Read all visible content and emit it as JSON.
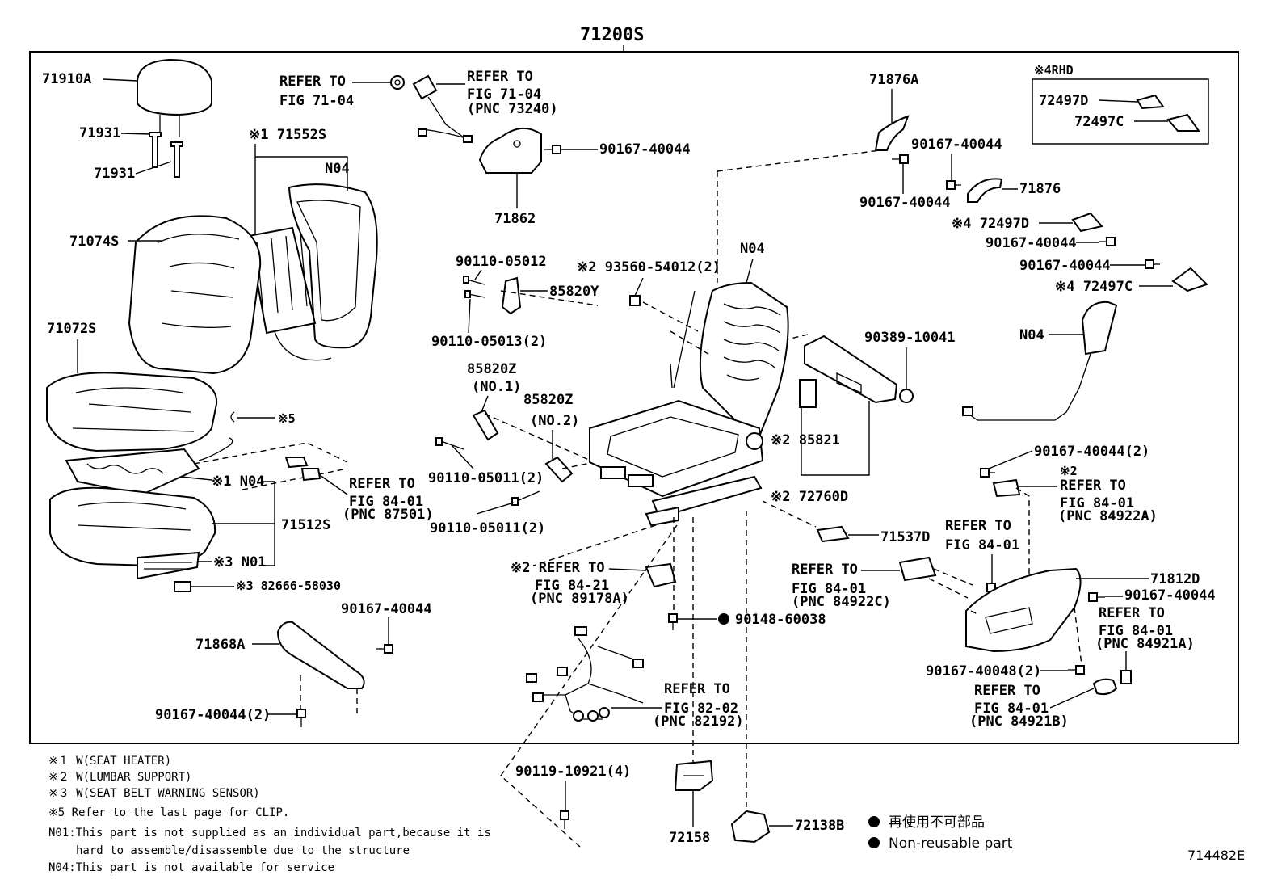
{
  "title": "71200S",
  "labels": {
    "p71910A": "71910A",
    "p71931a": "71931",
    "p71931b": "71931",
    "p71552S": "※1 71552S",
    "n04a": "N04",
    "p71074S": "71074S",
    "p71072S": "71072S",
    "clip5": "※5",
    "n04b": "※1 N04",
    "p71512S": "71512S",
    "n01": "※3 N01",
    "p82666": "※3 82666-58030",
    "p90167a": "90167-40044",
    "p71868A": "71868A",
    "p90167b": "90167-40044(2)",
    "refer1a": "REFER TO",
    "refer1b": "FIG 71-04",
    "refer2a": "REFER TO",
    "refer2b": "FIG 71-04",
    "refer2c": "(PNC 73240)",
    "p90167c": "90167-40044",
    "p71862": "71862",
    "p90110a": "90110-05012",
    "p85820Y": "85820Y",
    "p90110b": "90110-05013(2)",
    "p85820Z1": "85820Z",
    "p85820Z1n": "(NO.1)",
    "p85820Z2": "85820Z",
    "p85820Z2n": "(NO.2)",
    "p90110c": "90110-05011(2)",
    "p90110d": "90110-05011(2)",
    "refer3a": "REFER TO",
    "refer3b": "FIG 84-01",
    "refer3c": "(PNC 87501)",
    "p93560": "※2 93560-54012(2)",
    "n04c": "N04",
    "p90389": "90389-10041",
    "p85821": "※2 85821",
    "p72760D": "※2 72760D",
    "p71537D": "71537D",
    "refer4a": "※2 REFER TO",
    "refer4b": "FIG 84-21",
    "refer4c": "(PNC 89178A)",
    "p90148": "90148-60038",
    "refer5a": "REFER TO",
    "refer5b": "FIG 84-01",
    "refer5c": "(PNC 84922C)",
    "refer6a": "REFER TO",
    "refer6b": "FIG 82-02",
    "refer6c": "(PNC 82192)",
    "p90119": "90119-10921(4)",
    "p72158": "72158",
    "p72138B": "72138B",
    "p71876A": "71876A",
    "p90167d": "90167-40044",
    "p90167e": "90167-40044",
    "p71876": "71876",
    "rhd": "※4RHD",
    "p72497Da": "72497D",
    "p72497Ca": "72497C",
    "p72497Db": "※4 72497D",
    "p90167f": "90167-40044",
    "p90167g": "90167-40044",
    "p72497Cb": "※4 72497C",
    "n04d": "N04",
    "p90167h": "90167-40044(2)",
    "refer7x": "※2",
    "refer7a": "REFER TO",
    "refer7b": "FIG 84-01",
    "refer7c": "(PNC 84922A)",
    "refer8a": "REFER TO",
    "refer8b": "FIG 84-01",
    "p71812D": "71812D",
    "p90167i": "90167-40044",
    "refer9a": "REFER TO",
    "refer9b": "FIG 84-01",
    "refer9c": "(PNC 84921A)",
    "p90167j": "90167-40048(2)",
    "refer10a": "REFER TO",
    "refer10b": "FIG 84-01",
    "refer10c": "(PNC 84921B)"
  },
  "notes": [
    "※１ W(SEAT HEATER)",
    "※２ W(LUMBAR SUPPORT)",
    "※３ W(SEAT BELT WARNING SENSOR)",
    "※5 Refer to the last page for CLIP.",
    "N01:This part is not supplied as an individual part,because it is",
    "hard to assemble/disassemble due to the structure",
    "N04:This part is not available for service"
  ],
  "legend": {
    "jp": "再使用不可部品",
    "en": "Non-reusable part"
  },
  "code": "714482E"
}
